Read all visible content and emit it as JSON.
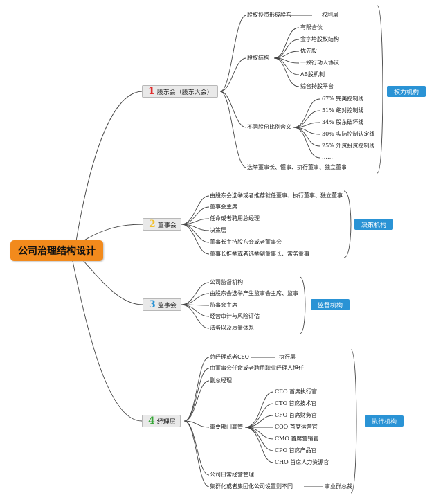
{
  "root": {
    "title": "公司治理结构设计"
  },
  "sections": [
    {
      "num": "1",
      "num_color": "#e02b2b",
      "label": "股东会（股东大会）",
      "tag": "权力机构",
      "items": {
        "equity_holder": "股权投资形成股东",
        "equity_holder_right": "权利层",
        "structure": "股权结构",
        "structure_children": [
          "有限合伙",
          "金字塔股权结构",
          "优先股",
          "一致行动人协议",
          "AB股机制",
          "综合持股平台"
        ],
        "ratio": "不同股份比例含义",
        "ratio_children": [
          "67% 完美控制线",
          "51% 绝对控制线",
          "34% 股东破坏线",
          "30% 实际控制认定线",
          "25% 外资投资控制线",
          "……"
        ],
        "elect": "选举董事长、懂事、执行董事、独立董事"
      }
    },
    {
      "num": "2",
      "num_color": "#f2c12e",
      "label": "董事会",
      "tag": "决策机构",
      "items": [
        "由股东会选举或者推荐就任董事、执行董事、独立董事",
        "董事会主席",
        "任命或者聘用总经理",
        "决策层",
        "董事长主持股东会或者董事会",
        "董事长推举或者选举副董事长、常务董事"
      ]
    },
    {
      "num": "3",
      "num_color": "#2a93d5",
      "label": "监事会",
      "tag": "监督机构",
      "items": [
        "公司监督机构",
        "由股东会选举产生监事会主席、监事",
        "监事会主席",
        "经营审计与风险评估",
        "法务以及质量体系"
      ]
    },
    {
      "num": "4",
      "num_color": "#35a635",
      "label": "经理层",
      "tag": "执行机构",
      "items": {
        "ceo": "总经理或者CEO",
        "ceo_right": "执行层",
        "appoint": "由董事会任命或者聘用职业经理人担任",
        "deputy": "副总经理",
        "execs": "重要部门高管",
        "exec_children": [
          "CEO 首席执行官",
          "CTO 首席技术官",
          "CFO 首席财务官",
          "COO 首席运营官",
          "CMO 首席营销官",
          "CPO 首席产品官",
          "CHO 首席人力资源官"
        ],
        "daily": "公司日常经营管理",
        "group": "集群化或者集团化公司设置则不同",
        "group_right": "事业群总裁"
      }
    }
  ]
}
